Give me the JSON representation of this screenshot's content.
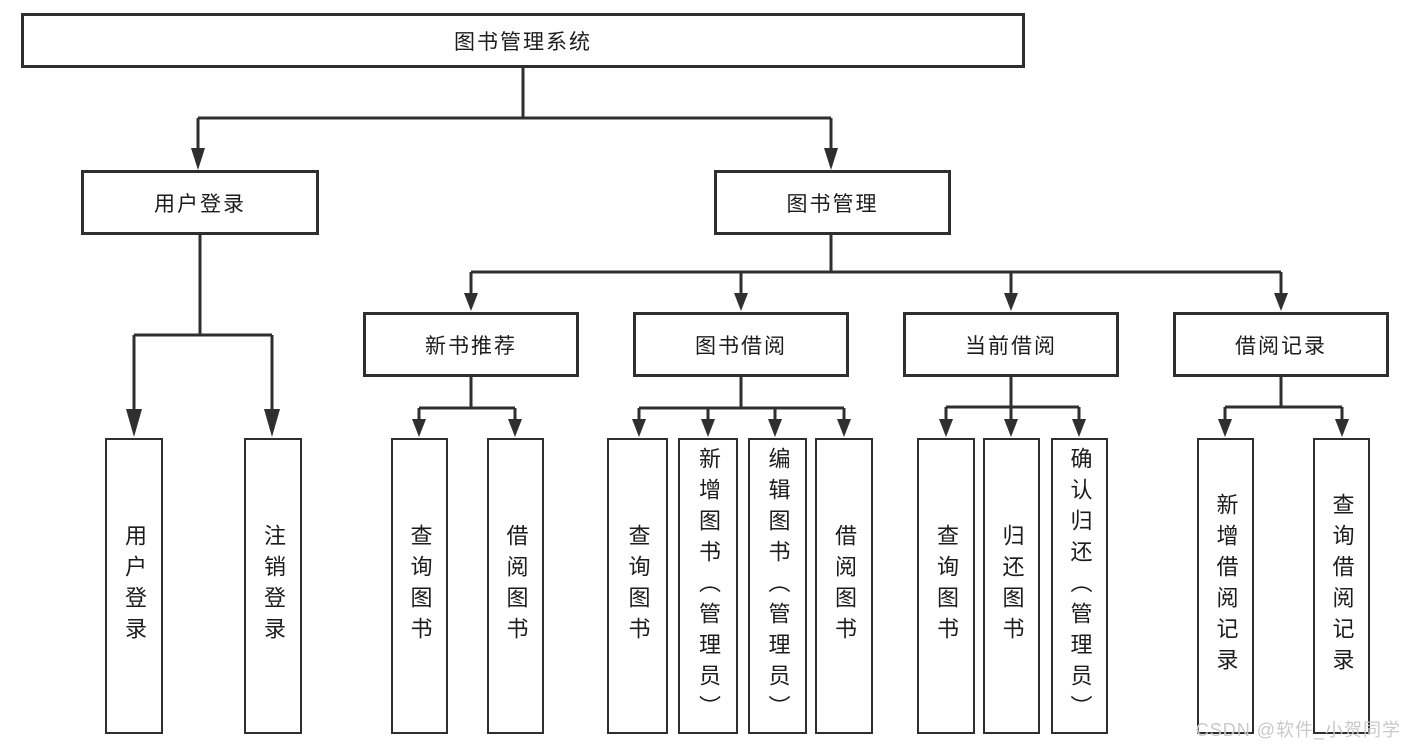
{
  "diagram": {
    "title": "图书管理系统",
    "root": "图书管理系统",
    "level2": {
      "user_login": "用户登录",
      "book_management": "图书管理"
    },
    "level3": {
      "new_book_recommend": "新书推荐",
      "book_borrow": "图书借阅",
      "current_borrow": "当前借阅",
      "borrow_records": "借阅记录"
    },
    "leaves": {
      "user_login": [
        "用户登录",
        "注销登录"
      ],
      "new_book_recommend": [
        "查询图书",
        "借阅图书"
      ],
      "book_borrow": [
        "查询图书",
        "新增图书（管理员）",
        "编辑图书（管理员）",
        "借阅图书"
      ],
      "current_borrow": [
        "查询图书",
        "归还图书",
        "确认归还（管理员）"
      ],
      "borrow_records": [
        "新增借阅记录",
        "查询借阅记录"
      ]
    },
    "line_color": "#2f2f2f",
    "background_color": "#ffffff",
    "watermark_color": "#c9c9c9"
  },
  "watermark": "CSDN @软件_小贺同学"
}
